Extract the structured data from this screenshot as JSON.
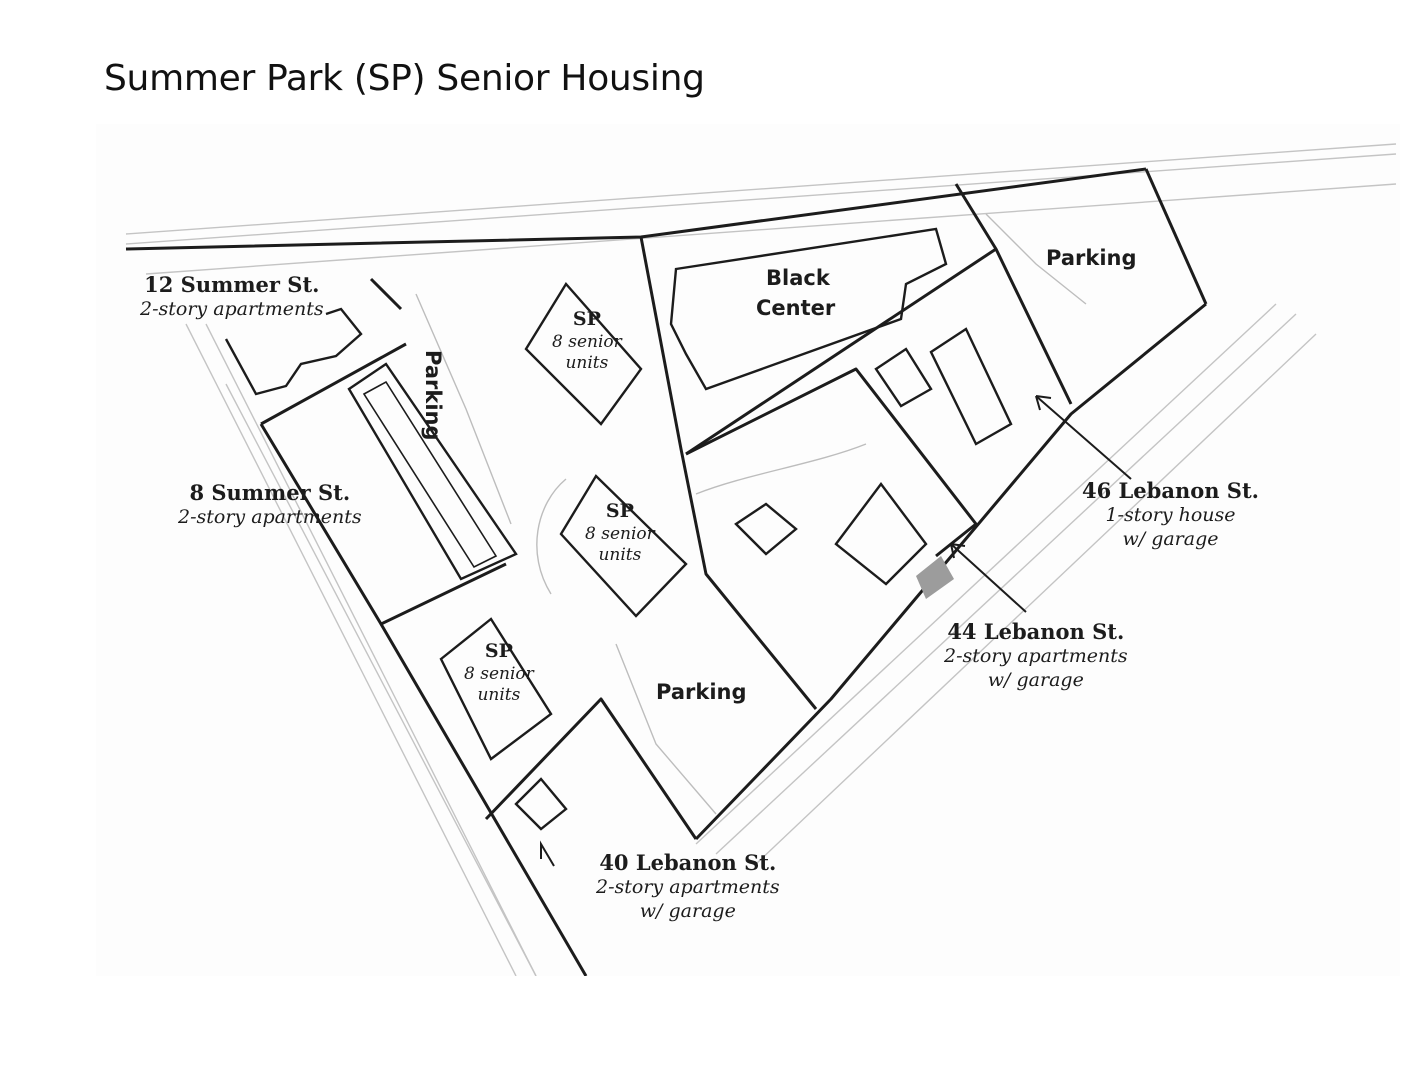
{
  "title": "Summer Park (SP) Senior Housing",
  "map": {
    "properties": [
      {
        "name": "12 Summer St.",
        "desc": "2-story apartments"
      },
      {
        "name": "8 Summer St.",
        "desc": "2-story apartments"
      },
      {
        "name": "46 Lebanon St.",
        "desc": "1-story house",
        "desc2": "w/ garage"
      },
      {
        "name": "44 Lebanon St.",
        "desc": "2-story apartments",
        "desc2": "w/ garage"
      },
      {
        "name": "40 Lebanon St.",
        "desc": "2-story apartments",
        "desc2": "w/ garage"
      }
    ],
    "areas": {
      "black_center_1": "Black",
      "black_center_2": "Center",
      "parking_top_left": "Parking",
      "parking_top_right": "Parking",
      "parking_bottom": "Parking"
    },
    "sp_buildings": [
      {
        "code": "SP",
        "units_1": "8 senior",
        "units_2": "units"
      },
      {
        "code": "SP",
        "units_1": "8 senior",
        "units_2": "units"
      },
      {
        "code": "SP",
        "units_1": "8 senior",
        "units_2": "units"
      }
    ],
    "colors": {
      "ink": "#1c1c1c",
      "paper": "#ffffff",
      "road": "#bdbdbd",
      "shade": "#9c9c9c"
    }
  }
}
